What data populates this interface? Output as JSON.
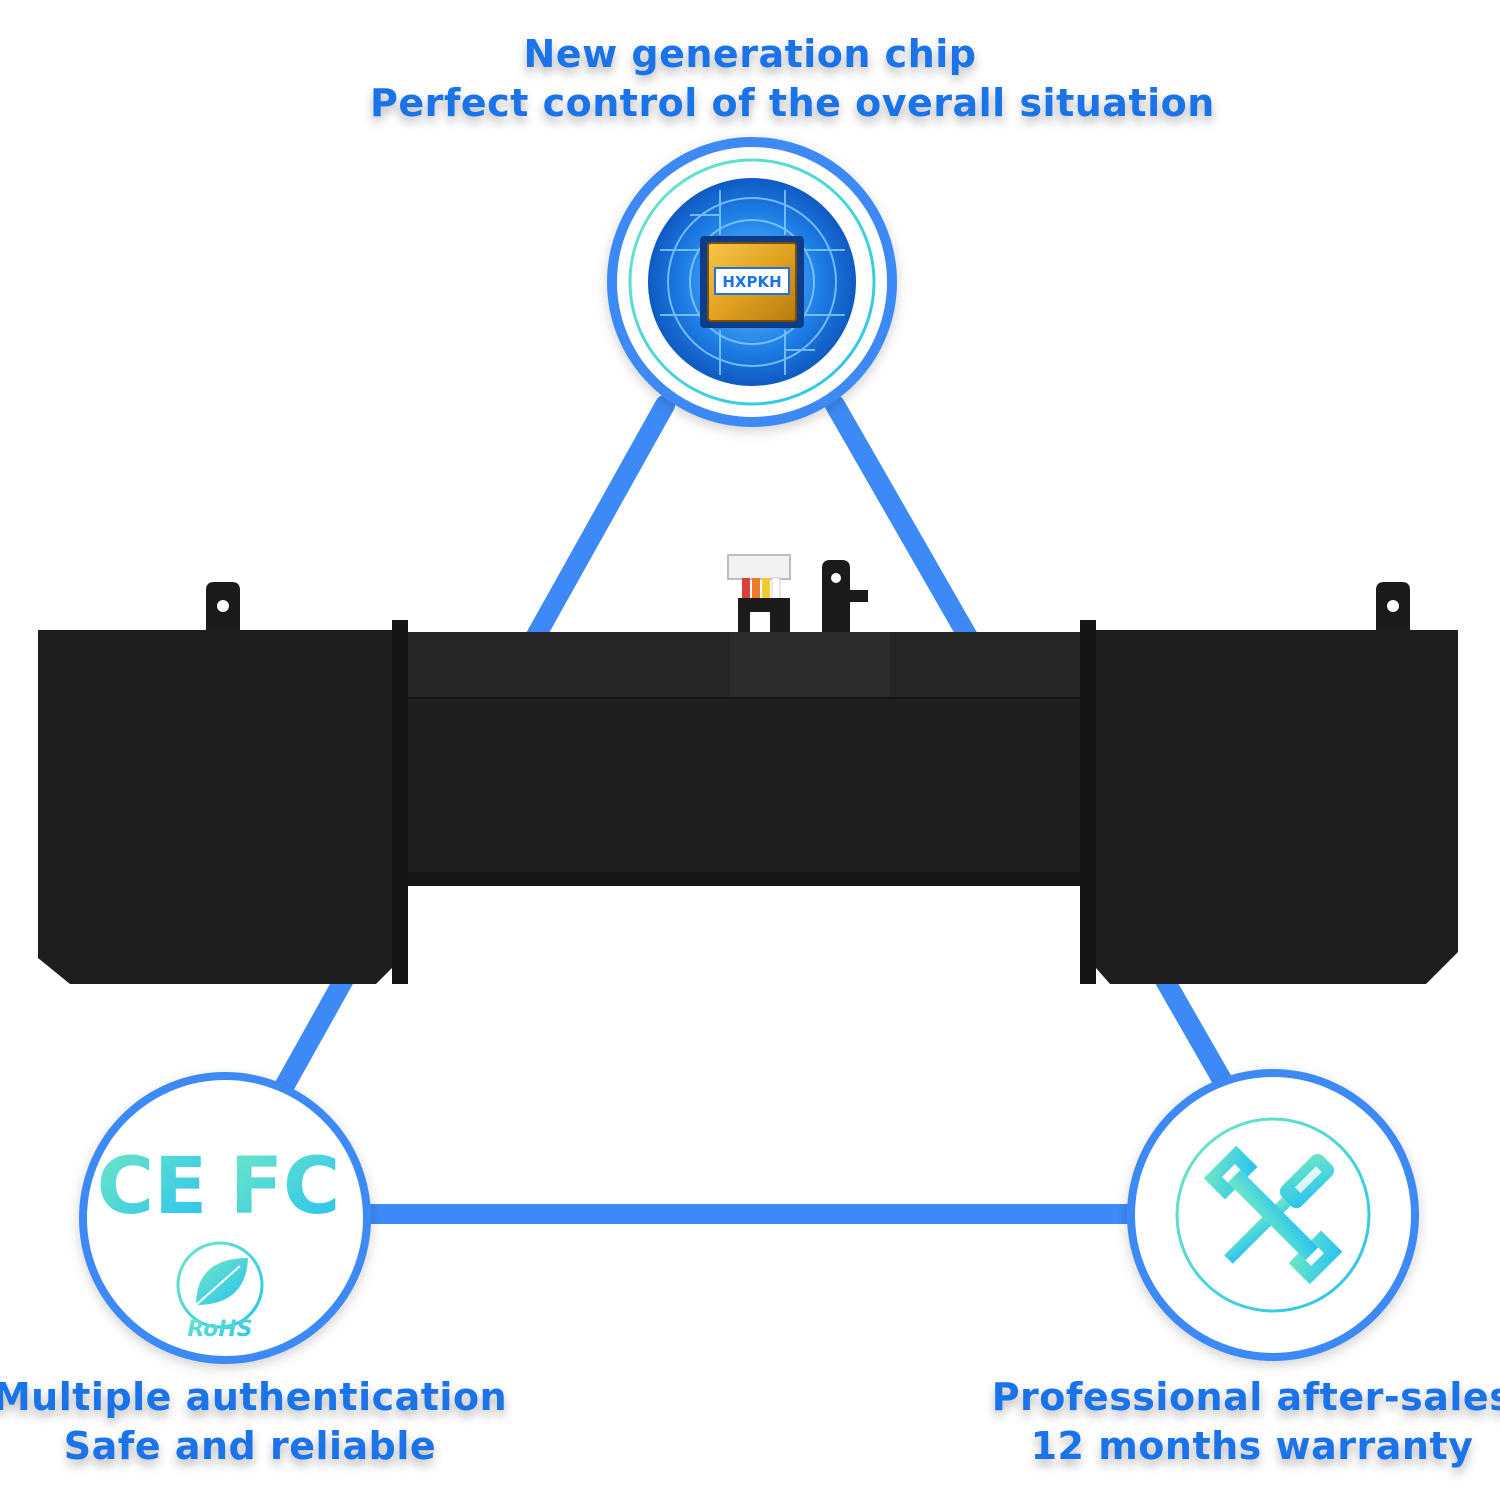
{
  "top_feature": {
    "line1": "New generation chip",
    "line2": "Perfect control of the overall situation",
    "chip_label": "HXPKH",
    "icon": "chip-icon"
  },
  "left_feature": {
    "line1": "Multiple authentication",
    "line2": "Safe and reliable",
    "ce_mark": "CE",
    "fcc_mark": "FC",
    "rohs_label": "RoHS",
    "icon": "certification-icon"
  },
  "right_feature": {
    "line1": "Professional after-sales",
    "line2": "12 months warranty",
    "icon": "tools-icon"
  },
  "colors": {
    "accent": "#1a73e8",
    "triangle": "#3d8af7",
    "icon_gradient_start": "#5de3c8",
    "icon_gradient_end": "#2ec8f0",
    "battery": "#1e1e1e"
  }
}
